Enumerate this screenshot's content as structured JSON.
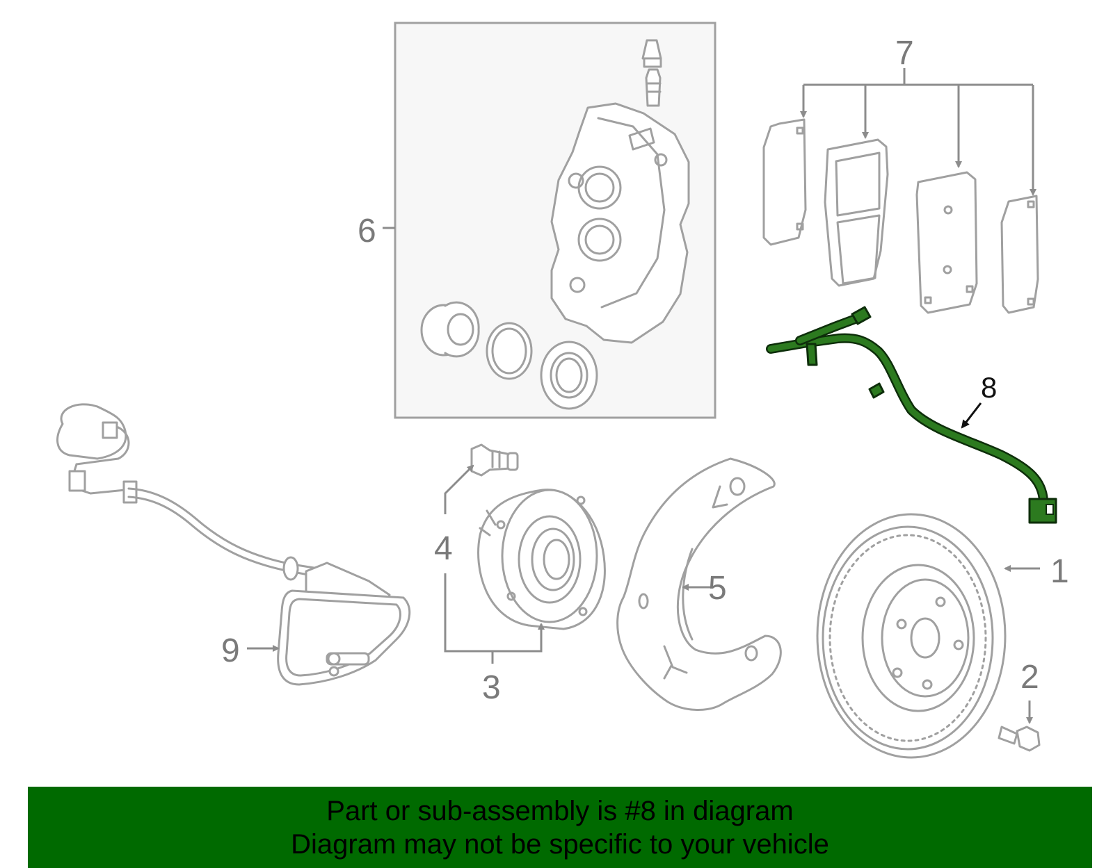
{
  "callouts": {
    "n1": "1",
    "n2": "2",
    "n3": "3",
    "n4": "4",
    "n5": "5",
    "n6": "6",
    "n7": "7",
    "n8": "8",
    "n9": "9"
  },
  "banner": {
    "line1": "Part or sub-assembly is #8 in diagram",
    "line2": "Diagram may not be specific to your vehicle"
  },
  "colors": {
    "highlight": "#2c7a1f",
    "banner": "#006a00",
    "line_art": "#a0a0a0"
  }
}
